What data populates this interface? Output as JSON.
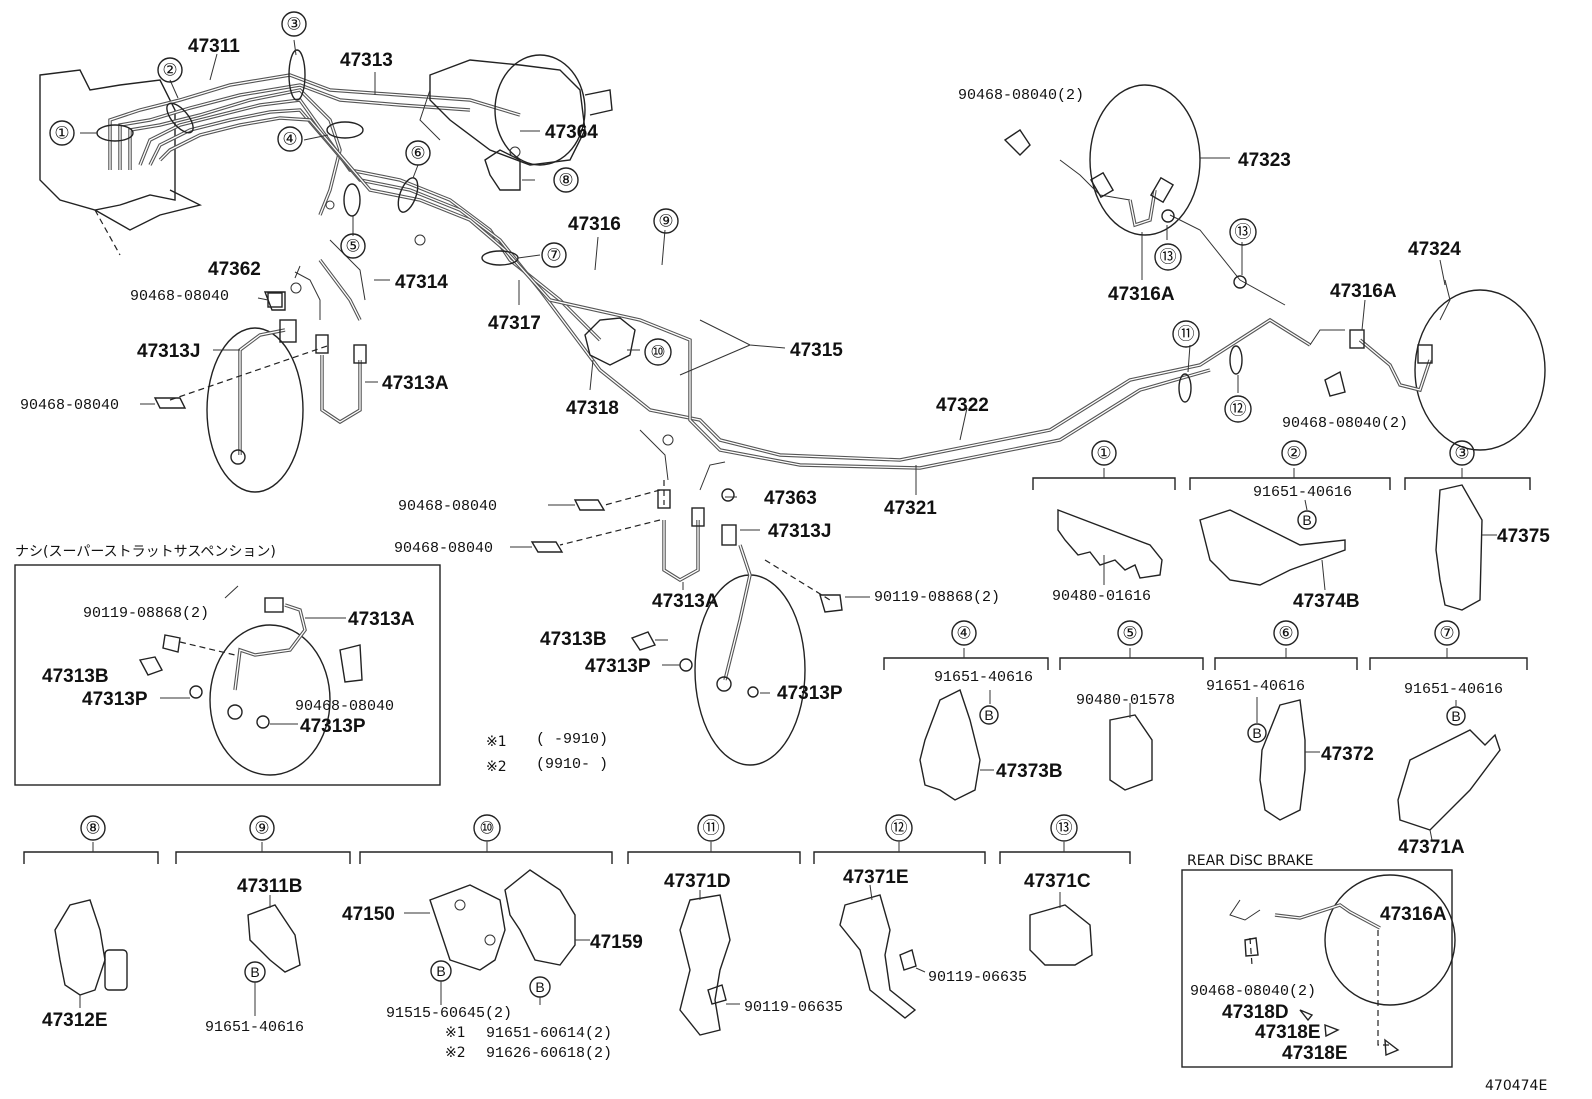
{
  "callouts": {
    "c1": "①",
    "c2": "②",
    "c3": "③",
    "c4": "④",
    "c5": "⑤",
    "c6": "⑥",
    "c7": "⑦",
    "c8": "⑧",
    "c9": "⑨",
    "c10": "⑩",
    "c11": "⑪",
    "c12": "⑫",
    "c13": "⑬"
  },
  "parts": {
    "p47311": "47311",
    "p47313": "47313",
    "p47364": "47364",
    "p47316": "47316",
    "p47362": "47362",
    "p47314": "47314",
    "p47317": "47317",
    "p47315": "47315",
    "p47318": "47318",
    "p47313J": "47313J",
    "p47313A": "47313A",
    "p47322": "47322",
    "p47321": "47321",
    "p47363": "47363",
    "p47313J_b": "47313J",
    "p47313A_b": "47313A",
    "p47323": "47323",
    "p47316A": "47316A",
    "p47324": "47324",
    "p47316A_b": "47316A",
    "p47375": "47375",
    "p47374B": "47374B",
    "p47373B": "47373B",
    "p47372": "47372",
    "p47371A": "47371A",
    "p47313B": "47313B",
    "p47313P": "47313P",
    "p47313P_b": "47313P",
    "p47312E": "47312E",
    "p47311B": "47311B",
    "p47150": "47150",
    "p47159": "47159",
    "p47371D": "47371D",
    "p47371E": "47371E",
    "p47371C": "47371C",
    "p47316A_c": "47316A",
    "p47318D": "47318D",
    "p47318E": "47318E",
    "p47318E_b": "47318E",
    "i47313A": "47313A",
    "i47313B": "47313B",
    "i47313P": "47313P",
    "i47313P_b": "47313P"
  },
  "bolts": {
    "b1": "90468-08040(2)",
    "b2": "90468-08040",
    "b3": "90468-08040",
    "b4": "90468-08040(2)",
    "b5": "90468-08040",
    "b6": "90468-08040",
    "b7": "90119-08868(2)",
    "b8": "91651-40616",
    "b9": "90480-01616",
    "b10": "91651-40616",
    "b11": "90480-01578",
    "b12": "91651-40616",
    "b13": "91651-40616",
    "b14": "90119-06635",
    "b15": "90119-06635",
    "b16": "91651-40616",
    "b17": "91515-60645(2)",
    "b18": "91651-60614(2)",
    "b19": "91626-60618(2)",
    "b20": "90468-08040(2)",
    "ib1": "90119-08868(2)",
    "ib2": "90468-08040"
  },
  "inset": {
    "title": "ナシ(スーパーストラットサスペンション)"
  },
  "notes": {
    "n1_mark": "※1",
    "n1_text": "(      -9910)",
    "n2_mark": "※2",
    "n2_text": "(9910-      )",
    "n18_mark": "※1",
    "n19_mark": "※2"
  },
  "rear": {
    "title": "REAR DiSC BRAKE"
  },
  "bmark": "B",
  "ref": "470474E"
}
